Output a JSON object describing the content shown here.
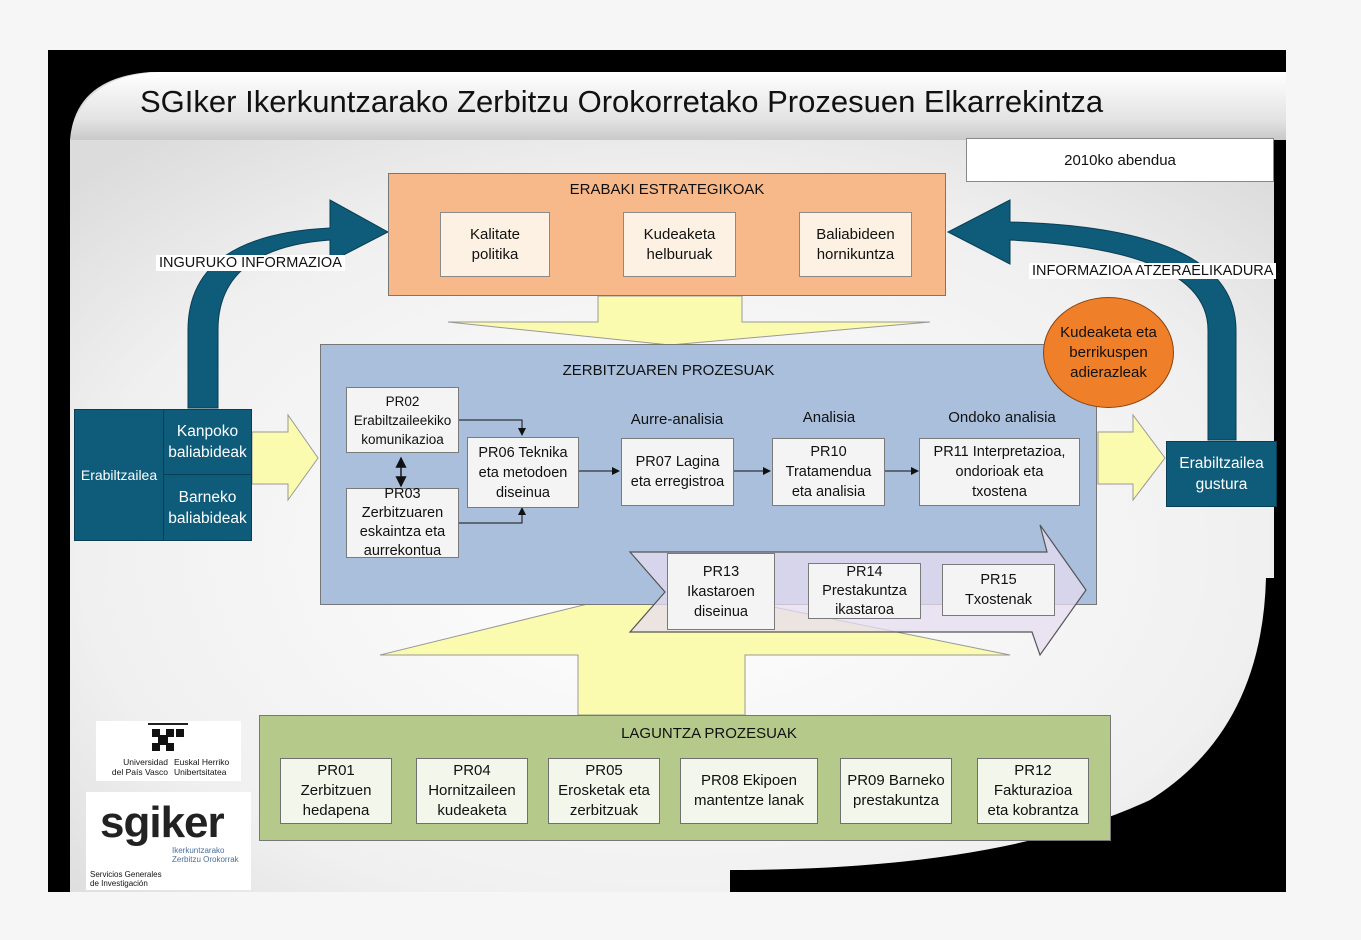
{
  "title": "SGIker Ikerkuntzarako Zerbitzu Orokorretako Prozesuen Elkarrekintza",
  "date": "2010ko abendua",
  "strategic": {
    "label": "ERABAKI ESTRATEGIKOAK",
    "items": [
      "Kalitate\npolitika",
      "Kudeaketa\nhelburuak",
      "Baliabideen\nhornikuntza"
    ]
  },
  "left_info": "INGURUKO INFORMAZIOA",
  "right_info": "INFORMAZIOA ATZERAELIKADURA",
  "indicators": "Kudeaketa eta\nberrikuspen\nadierazleak",
  "user_block": {
    "user": "Erabiltzailea",
    "external": "Kanpoko\nbaliabideak",
    "internal": "Barneko\nbaliabideak"
  },
  "satisfied_user": "Erabiltzailea\ngustura",
  "service": {
    "label": "ZERBITZUAREN PROZESUAK",
    "phase_pre": "Aurre-analisia",
    "phase_analysis": "Analisia",
    "phase_post": "Ondoko analisia",
    "pr02": "PR02\nErabiltzaileekiko\nkomunikazioa",
    "pr03": "PR03\nZerbitzuaren\neskaintza eta\naurrekontua",
    "pr06": "PR06 Teknika\neta metodoen\ndiseinua",
    "pr07": "PR07 Lagina\neta erregistroa",
    "pr10": "PR10\nTratamendua\neta analisia",
    "pr11": "PR11 Interpretazioa,\nondorioak eta\ntxostena",
    "pr13": "PR13\nIkastaroen\ndiseinua",
    "pr14": "PR14\nPrestakuntza\nikastaroa",
    "pr15": "PR15\nTxostenak"
  },
  "support": {
    "label": "LAGUNTZA PROZESUAK",
    "items": [
      "PR01\nZerbitzuen\nhedapena",
      "PR04\nHornitzaileen\nkudeaketa",
      "PR05\nErosketak eta\nzerbitzuak",
      "PR08 Ekipoen\nmantentze lanak",
      "PR09 Barneko\nprestakuntza",
      "PR12\nFakturazioa\neta kobrantza"
    ]
  },
  "logos": {
    "upv_left": "Universidad\ndel País Vasco",
    "upv_right": "Euskal Herriko\nUnibertsitatea",
    "sgiker": "sgiker",
    "sgiker_sub": "Ikerkuntzarako\nZerbitzu Orokorrak",
    "sgiker_es": "Servicios Generales\nde Investigación"
  },
  "colors": {
    "strategic_fill": "#f8b98a",
    "service_fill": "#a9bfdc",
    "support_fill": "#b5c98a",
    "teal": "#0e5b7a",
    "indicator": "#f07f2a",
    "yellow_arrow": "#fbfbb0"
  }
}
